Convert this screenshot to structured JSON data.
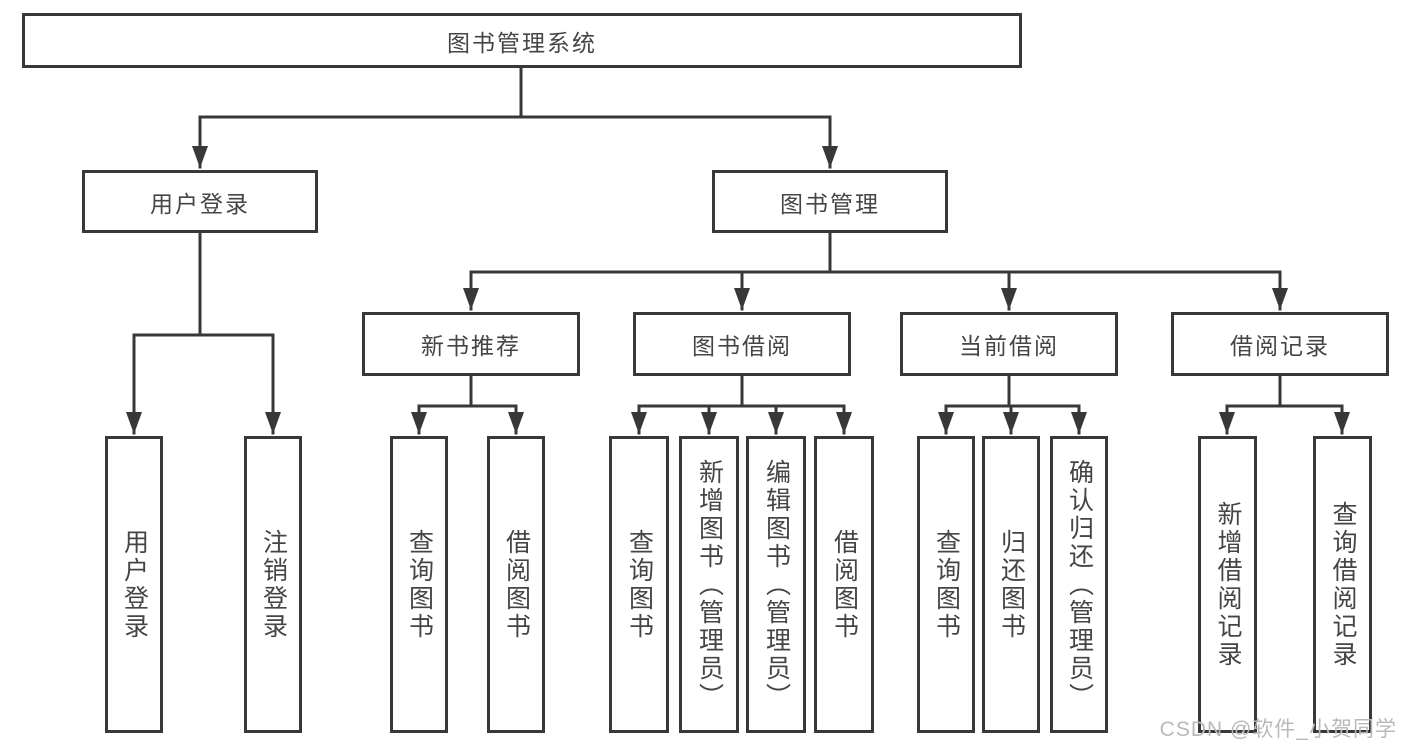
{
  "diagram": {
    "watermark": "CSDN @软件_小贺同学",
    "colors": {
      "line": "#383838",
      "box_border": "#383838",
      "text": "#454545",
      "background": "#ffffff",
      "watermark": "#b9b9b9"
    },
    "tree": {
      "root": {
        "label": "图书管理系统"
      },
      "children": [
        {
          "label": "用户登录",
          "children": [
            {
              "label": "用户登录"
            },
            {
              "label": "注销登录"
            }
          ]
        },
        {
          "label": "图书管理",
          "children": [
            {
              "label": "新书推荐",
              "children": [
                {
                  "label": "查询图书"
                },
                {
                  "label": "借阅图书"
                }
              ]
            },
            {
              "label": "图书借阅",
              "children": [
                {
                  "label": "查询图书"
                },
                {
                  "label": "新增图书（管理员）"
                },
                {
                  "label": "编辑图书（管理员）"
                },
                {
                  "label": "借阅图书"
                }
              ]
            },
            {
              "label": "当前借阅",
              "children": [
                {
                  "label": "查询图书"
                },
                {
                  "label": "归还图书"
                },
                {
                  "label": "确认归还（管理员）"
                }
              ]
            },
            {
              "label": "借阅记录",
              "children": [
                {
                  "label": "新增借阅记录"
                },
                {
                  "label": "查询借阅记录"
                }
              ]
            }
          ]
        }
      ]
    }
  }
}
